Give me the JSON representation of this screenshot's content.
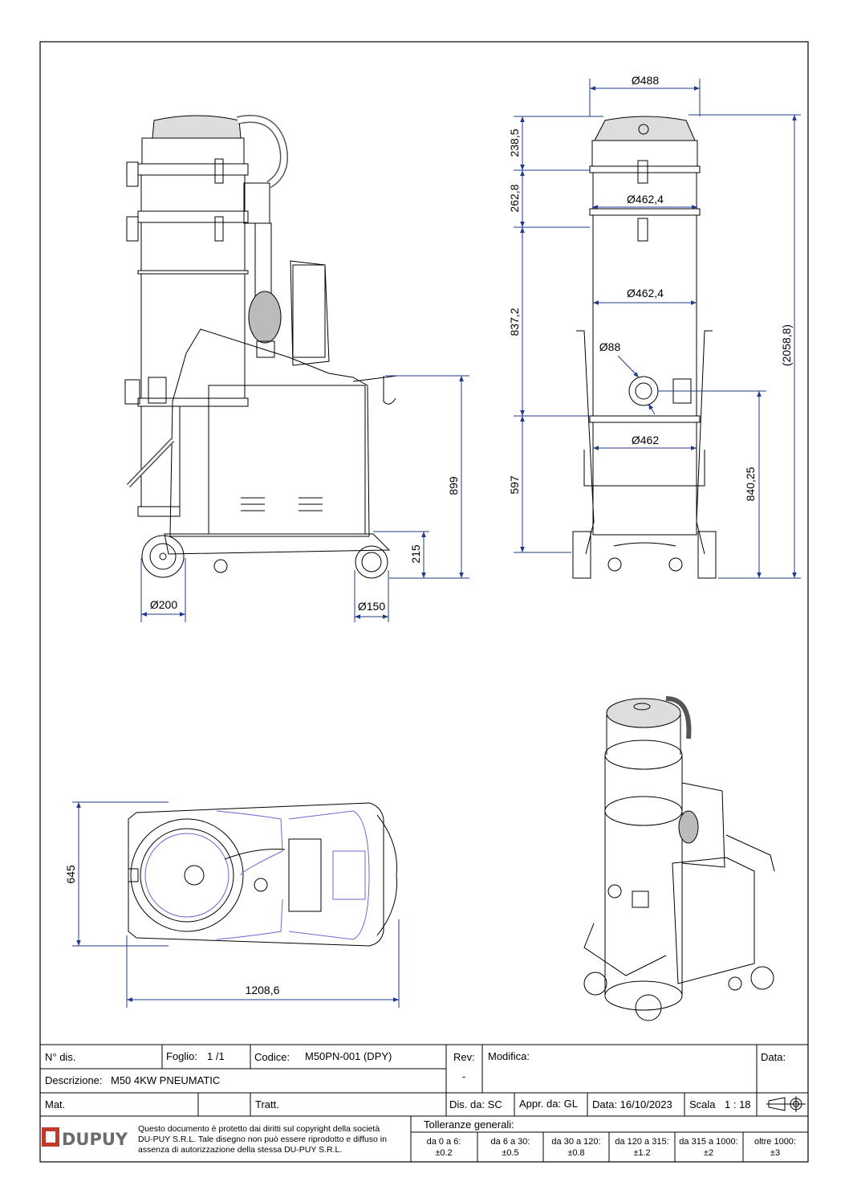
{
  "dimensions": {
    "front_height_899": "899",
    "front_height_215": "215",
    "front_wheel_200": "Ø200",
    "front_wheel_150": "Ø150",
    "side_top_dia_488": "Ø488",
    "side_dia_462_4_a": "Ø462,4",
    "side_dia_462_4_b": "Ø462,4",
    "side_dia_88": "Ø88",
    "side_dia_462": "Ø462",
    "side_h_238_5": "238,5",
    "side_h_262_8": "262,8",
    "side_h_837_2": "837,2",
    "side_h_597": "597",
    "side_total_2058_8": "(2058,8)",
    "side_h_840_25": "840,25",
    "top_width_645": "645",
    "top_length_1208_6": "1208,6"
  },
  "title_block": {
    "drawing_no_label": "N° dis.",
    "sheet_label": "Foglio:",
    "sheet_value": "1 /1",
    "code_label": "Codice:",
    "code_value": "M50PN-001 (DPY)",
    "rev_label": "Rev:",
    "rev_value": "-",
    "modification_label": "Modifica:",
    "date_label": "Data:",
    "description_label": "Descrizione:",
    "description_value": "M50 4KW PNEUMATIC",
    "material_label": "Mat.",
    "treatment_label": "Tratt.",
    "drawn_by": "Dis. da: SC",
    "approved_by": "Appr. da: GL",
    "date_value": "Data: 16/10/2023",
    "scale_label": "Scala",
    "scale_value": "1 : 18",
    "logo_text": "DUPUY",
    "copyright_line1": "Questo documento è protetto dai diritti sul copyright della società",
    "copyright_line2": "DU-PUY S.R.L. Tale disegno non può essere riprodotto e diffuso in",
    "copyright_line3": "assenza di autorizzazione della stessa DU-PUY S.R.L.",
    "tolerances_title": "Tolleranze generali:",
    "tolerances": [
      {
        "range": "da 0 a 6:",
        "value": "±0.2"
      },
      {
        "range": "da 6 a 30:",
        "value": "±0.5"
      },
      {
        "range": "da 30 a 120:",
        "value": "±0.8"
      },
      {
        "range": "da 120 a 315:",
        "value": "±1.2"
      },
      {
        "range": "da 315 a 1000:",
        "value": "±2"
      },
      {
        "range": "oltre 1000:",
        "value": "±3"
      }
    ]
  },
  "colors": {
    "dimension_lines": "#1f3a8a",
    "outline": "#000000",
    "view_lines": "#6a6ad0",
    "logo_gray": "#6b6b6b",
    "logo_red": "#c0392b"
  }
}
